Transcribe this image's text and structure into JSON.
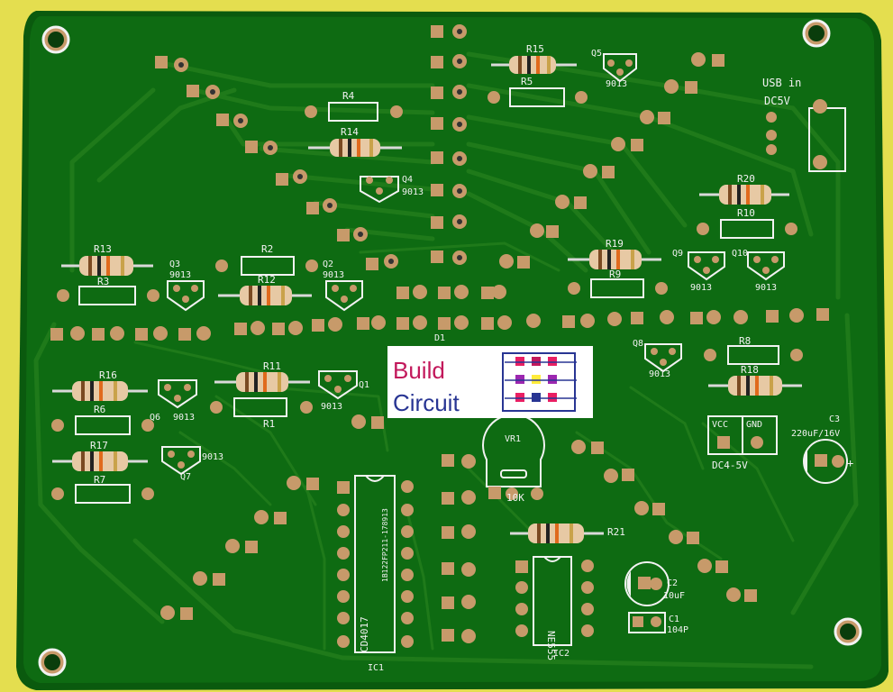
{
  "brand": {
    "line1": "Build",
    "line2": "Circuit",
    "line1_color": "#c2185b",
    "line2_color": "#283593"
  },
  "colors": {
    "board": "#0e6b12",
    "board_edge": "#0a5a0e",
    "trace": "#1f7a1a",
    "copper": "#c79a6a",
    "silkscreen": "#f2f2f2",
    "background": "#e4de4f"
  },
  "resistors": {
    "R2": "R2",
    "R3": "R3",
    "R4": "R4",
    "R5": "R5",
    "R6": "R6",
    "R7": "R7",
    "R8": "R8",
    "R9": "R9",
    "R10": "R10",
    "R11": "R11",
    "R12": "R12",
    "R13": "R13",
    "R14": "R14",
    "R15": "R15",
    "R16": "R16",
    "R17": "R17",
    "R18": "R18",
    "R19": "R19",
    "R20": "R20",
    "R21": "R21",
    "R1": "R1"
  },
  "transistors": {
    "Q2": "Q2",
    "Q3": "Q3",
    "Q4": "Q4",
    "Q5": "Q5",
    "Q6": "Q6",
    "Q7": "Q7",
    "Q8": "Q8",
    "Q9": "Q9",
    "Q10": "Q10",
    "Q1": "Q1",
    "part": "9013"
  },
  "labels": {
    "usb_line1": "USB in",
    "usb_line2": "DC5V",
    "vcc": "VCC",
    "gnd": "GND",
    "dc_range": "DC4-5V",
    "c3": "C3",
    "c3_value": "220uF/16V",
    "c2": "C2",
    "c2_value": "10uF",
    "c1": "C1",
    "c1_value": "104P",
    "vr1": "VR1",
    "vr1_value": "10K",
    "ic1": "IC1",
    "ic1_part": "CD4017",
    "ic1_code": "1B122FP211-178913",
    "ic2": "IC2",
    "ic2_part": "NE555",
    "d1": "D1",
    "plus": "+"
  }
}
